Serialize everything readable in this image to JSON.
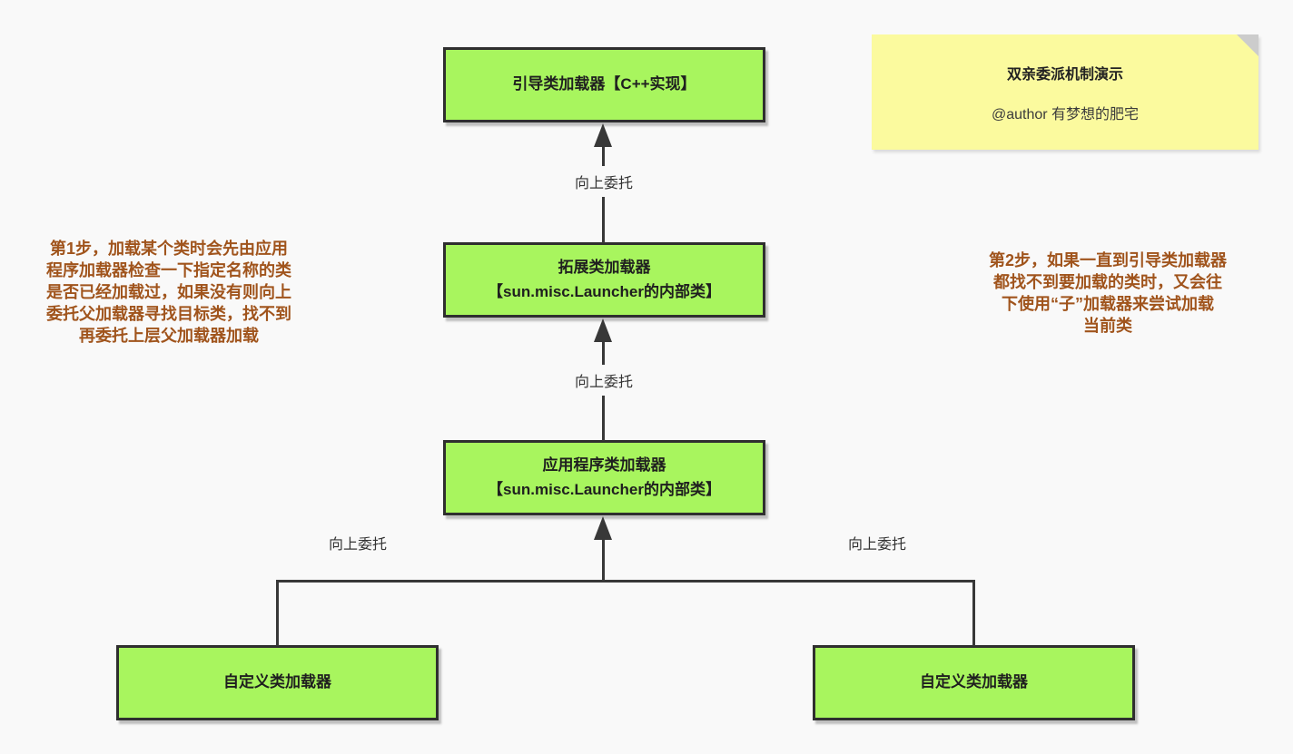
{
  "note": {
    "title": "双亲委派机制演示",
    "author": "@author 有梦想的肥宅"
  },
  "nodes": {
    "bootstrap": "引导类加载器【C++实现】",
    "extension": "拓展类加载器\n【sun.misc.Launcher的内部类】",
    "application": "应用程序类加载器\n【sun.misc.Launcher的内部类】",
    "custom_left": "自定义类加载器",
    "custom_right": "自定义类加载器"
  },
  "edge_labels": {
    "top": "向上委托",
    "middle": "向上委托",
    "bottom_left": "向上委托",
    "bottom_right": "向上委托"
  },
  "annotations": {
    "step1": "第1步，加载某个类时会先由应用\n程序加载器检查一下指定名称的类\n是否已经加载过，如果没有则向上\n委托父加载器寻找目标类，找不到\n再委托上层父加载器加载",
    "step2": "第2步，如果一直到引导类加载器\n都找不到要加载的类时，又会往\n下使用“子”加载器来尝试加载\n当前类"
  },
  "colors": {
    "background": "#f9f9f9",
    "node_fill": "#a8f55e",
    "node_border": "#2f2f2f",
    "note_fill": "#fbfa9e",
    "note_fold": "#cccccc",
    "annotation_text": "#a0541c",
    "line": "#383838"
  }
}
